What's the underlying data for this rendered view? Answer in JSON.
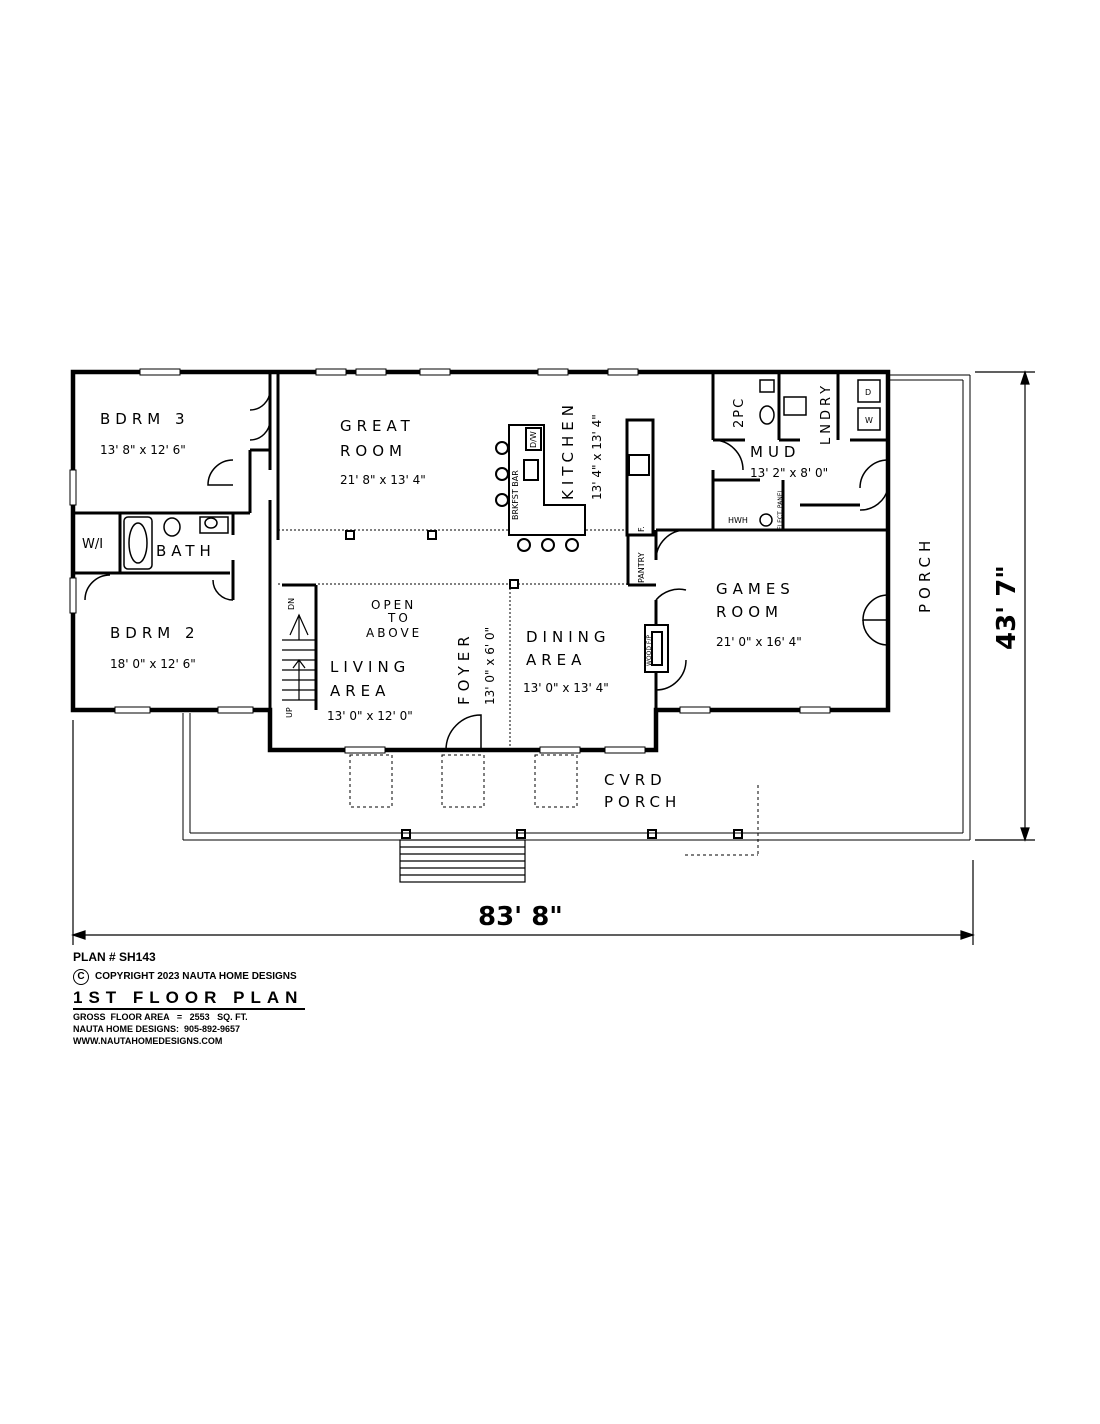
{
  "rooms": {
    "bdrm3": {
      "name": "BDRM 3",
      "size": "13' 8\" x 12' 6\""
    },
    "bdrm2": {
      "name": "BDRM 2",
      "size": "18' 0\" x 12' 6\""
    },
    "walk_in": "W/I",
    "bath": "BATH",
    "great_room": {
      "line1": "GREAT",
      "line2": "ROOM",
      "size": "21' 8\" x 13' 4\""
    },
    "brkfst_bar": "BRKFST BAR",
    "dw": "D/W",
    "kitchen": {
      "name": "KITCHEN",
      "size": "13' 4\" x 13' 4\""
    },
    "two_pc": "2PC",
    "lndry": "LNDRY",
    "mud": {
      "name": "MUD",
      "size": "13' 2\" x 8' 0\""
    },
    "hwh": "HWH",
    "elect_panel": "ELECT. PANEL",
    "fridge": "F.",
    "pantry": "PANTRY",
    "washer": "W",
    "dryer": "D",
    "open_to_above": {
      "line1": "OPEN",
      "line2": "TO",
      "line3": "ABOVE"
    },
    "living": {
      "line1": "LIVING",
      "line2": "AREA",
      "size": "13' 0\" x 12' 0\""
    },
    "foyer": {
      "name": "FOYER",
      "size": "13' 0\" x 6' 0\""
    },
    "dining": {
      "line1": "DINING",
      "line2": "AREA",
      "size": "13' 0\" x 13' 4\""
    },
    "wood_ff": "WOOD F/P",
    "games": {
      "line1": "GAMES",
      "line2": "ROOM",
      "size": "21' 0\" x 16' 4\""
    },
    "porch_side": "PORCH",
    "cvrd_porch": {
      "line1": "CVRD",
      "line2": "PORCH"
    },
    "stairs_dn": "DN",
    "stairs_up": "UP"
  },
  "dimensions": {
    "width": "83' 8\"",
    "depth": "43' 7\""
  },
  "title_block": {
    "plan_number": "PLAN # SH143",
    "copyright_symbol": "C",
    "copyright": "COPYRIGHT 2023 NAUTA HOME DESIGNS",
    "plan_title": "1ST FLOOR PLAN",
    "gross_area": "GROSS  FLOOR AREA   =   2553   SQ. FT.",
    "phone": "NAUTA HOME DESIGNS:  905-892-9657",
    "website": "WWW.NAUTAHOMEDESIGNS.COM"
  }
}
